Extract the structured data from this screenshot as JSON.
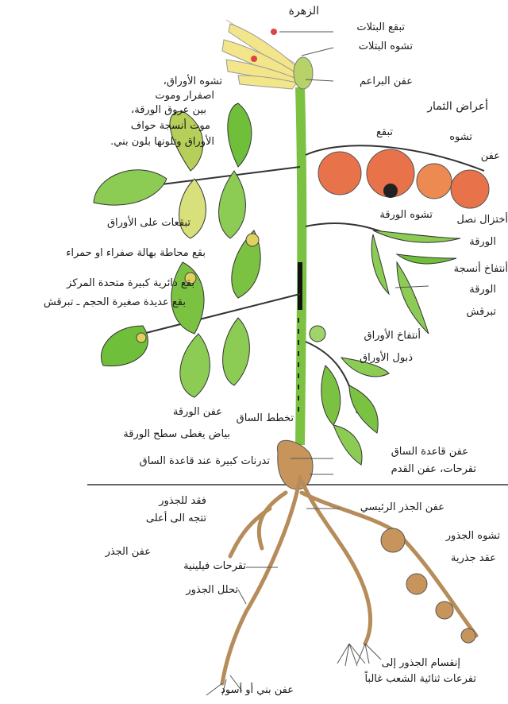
{
  "labels": {
    "flower": "الزهرة",
    "petal_spots": "تبقع البتلات",
    "petal_deformity": "تشوه البتلات",
    "bud_rot": "عفن البراعم",
    "fruit_symptoms": "أعراض الثمار",
    "fruit_spot": "تبقع",
    "fruit_deform": "تشوه",
    "fruit_rot": "عفن",
    "leaf_deform_line1": "تشوه الأوراق،",
    "leaf_deform_line2": "اصفرار وموت",
    "leaf_deform_line3": "بين عروق الورقة،",
    "leaf_deform_line4": "موت أنسجة حواف",
    "leaf_deform_line5": "الأوراق وتلونها بلون بني.",
    "leaf_spots": "تبقعات على الأوراق",
    "spots_halo": "بقع محاطة بهالة صفراء او حمراء",
    "spots_concentric": "بقع دائرية كبيرة متحدة المركز",
    "spots_mottle": "بقع عديدة صغيرة الحجم ـ تبرقش",
    "leaf_deform_right": "تشوه الورقة",
    "leaf_reduction": "أختزال نصل",
    "leaf_word": "الورقة",
    "tissue_swelling": "أنتفاخ أنسجة",
    "leaf_word2": "الورقة",
    "mosaic": "تبرقش",
    "leaf_swelling": "أنتفاخ الأوراق",
    "leaf_wilt": "ذبول الأوراق",
    "leaf_rot": "عفن الورقة",
    "mildew": "بياض يغطى سطح الورقة",
    "stem_streak": "تخطط الساق",
    "stem_base_rot": "عفن قاعدة الساق",
    "ulcers_foot_rot": "تقرحات، عفن القدم",
    "stem_base_galls": "تدرنات كبيرة عند قاعدة الساق",
    "root_loss": "فقد للجذور",
    "roots_up": "تتجه الى أعلى",
    "main_root_rot": "عفن الجذر الرئيسي",
    "root_rot": "عفن الجذر",
    "root_deform": "تشوه الجذور",
    "root_knots": "عقد جذرية",
    "phloem_ulcers": "تقرحات فيلينية",
    "root_decay": "تحلل الجذور",
    "root_split_1": "إنقسام الجذور إلى",
    "root_split_2": "تفرعات ثنائية الشعب غالباً",
    "brown_black_rot": "عفن بني أو أسود"
  },
  "colors": {
    "stem": "#7cc242",
    "leaf_green": "#6fbf3a",
    "leaf_yellow": "#d7e07a",
    "fruit": "#e8734a",
    "root": "#d9b98a",
    "gall": "#c7955c",
    "petal": "#f3e58a"
  }
}
